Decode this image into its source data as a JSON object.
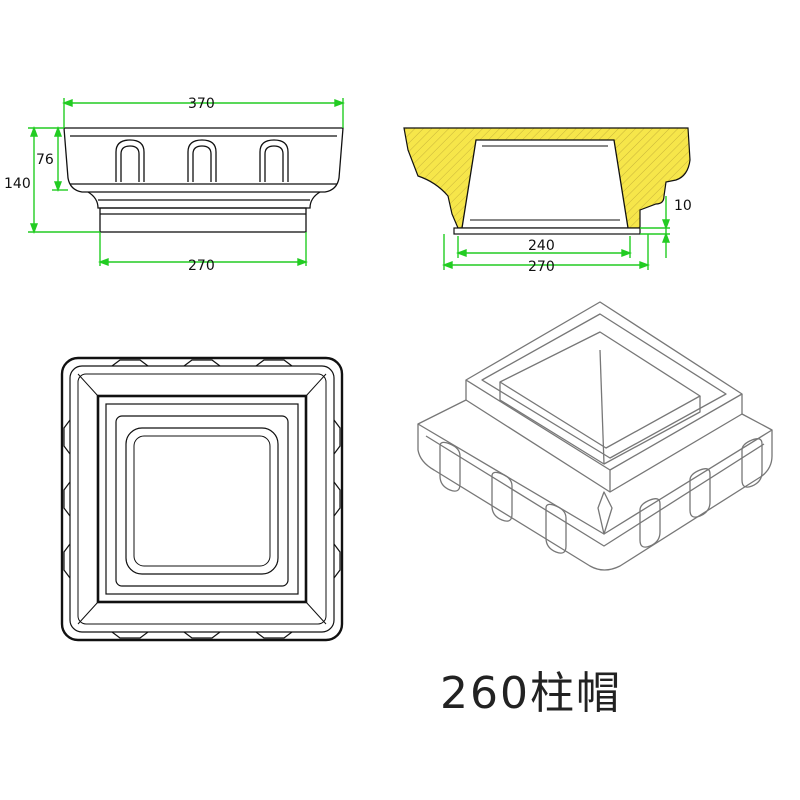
{
  "title": "260柱帽",
  "dimensions": {
    "front_top_width": "370",
    "front_bottom_width": "270",
    "front_height_total": "140",
    "front_height_upper": "76",
    "section_inner_width": "240",
    "section_base_width": "270",
    "section_step": "10"
  },
  "colors": {
    "dimension_line": "#22cc22",
    "section_fill": "#f6e64a",
    "outline": "#111111"
  }
}
